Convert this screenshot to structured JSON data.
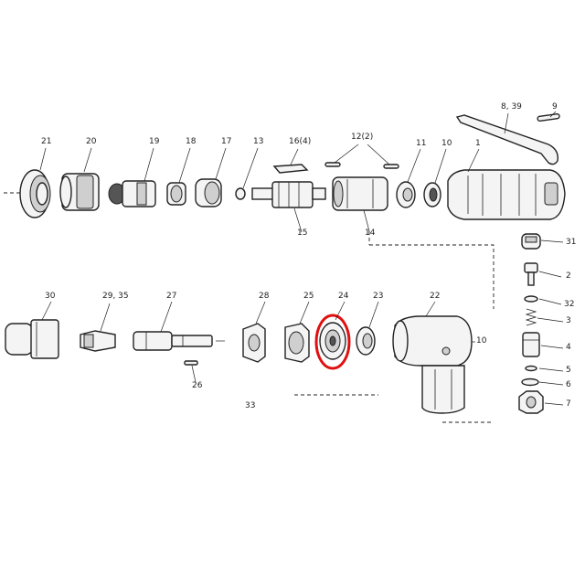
{
  "diagram": {
    "labels": {
      "p1": "1",
      "p2": "2",
      "p3": "3",
      "p4": "4",
      "p5": "5",
      "p6": "6",
      "p7": "7",
      "p8_39": "8, 39",
      "p9": "9",
      "p10a": "10",
      "p10b": "10",
      "p11": "11",
      "p12": "12(2)",
      "p13": "13",
      "p14": "14",
      "p15": "15",
      "p16": "16(4)",
      "p17": "17",
      "p18": "18",
      "p19": "19",
      "p20": "20",
      "p21": "21",
      "p22": "22",
      "p23": "23",
      "p24": "24",
      "p25": "25",
      "p26": "26",
      "p27": "27",
      "p28": "28",
      "p29_35": "29, 35",
      "p30": "30",
      "p31": "31",
      "p32": "32",
      "p33": "33"
    },
    "highlight": {
      "part": "24",
      "color": "#e01010"
    }
  }
}
